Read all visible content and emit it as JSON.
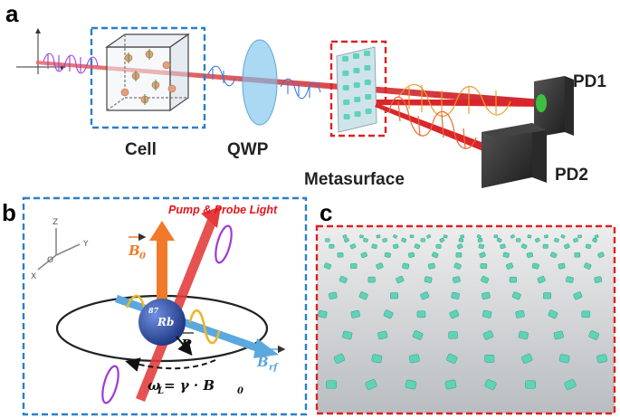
{
  "panels": {
    "a": "a",
    "b": "b",
    "c": "c"
  },
  "setup": {
    "cell": "Cell",
    "qwp": "QWP",
    "metasurface": "Metasurface",
    "pd1": "PD1",
    "pd2": "PD2"
  },
  "atom_panel": {
    "light": "Pump & Probe Light",
    "b0": "B",
    "b0_sub": "0",
    "brf": "B",
    "brf_sub": "rf",
    "polarization": "P",
    "atom_super": "87",
    "atom": "Rb",
    "larmor": "ω",
    "larmor_sub": "L",
    "larmor_eq": " = γ · B",
    "larmor_eq_sub": "0",
    "axes": {
      "z": "Z",
      "x": "X",
      "y": "Y",
      "o": "O"
    }
  },
  "colors": {
    "beam": "#d9262b",
    "cell_box": "#2a7fc9",
    "meta_box": "#e02020",
    "meta_pillar": "#5ed3b7",
    "qwp": "#7ec3ec",
    "wave_blue": "#3b78d8",
    "wave_purple": "#9d3bd6",
    "wave_orange": "#e8a02a",
    "b0_arrow": "#f07a2a",
    "brf_arrow": "#5aa8de",
    "atom": "#2e4ea8"
  }
}
